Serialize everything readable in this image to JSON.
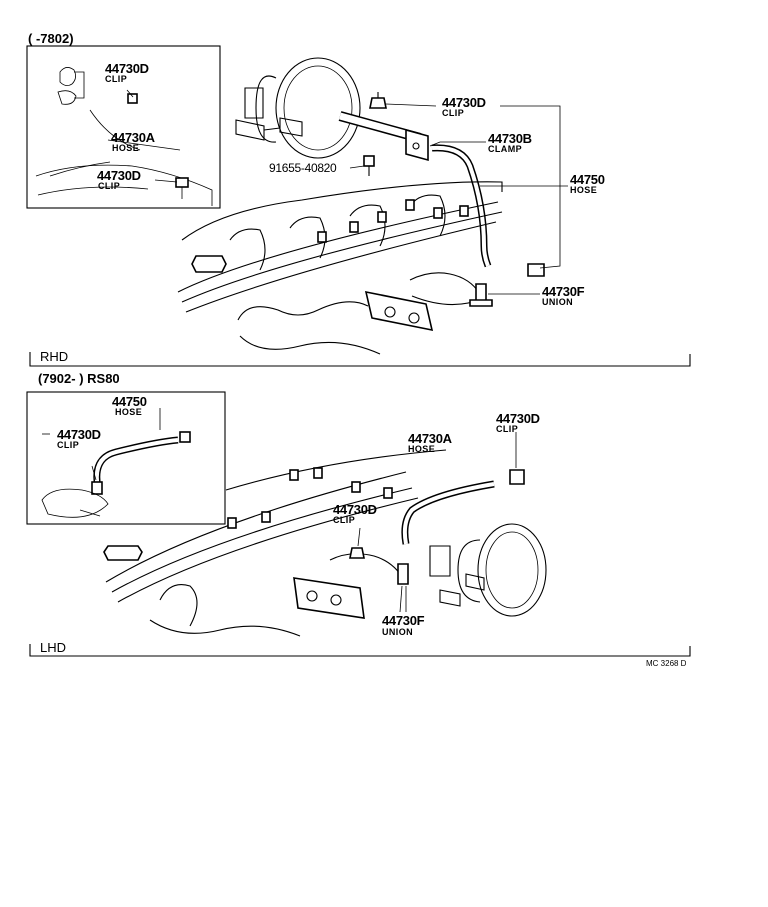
{
  "rhd_section": {
    "date_range": "(       -7802)",
    "label": "RHD",
    "inset": {
      "clip_top": {
        "part_number": "44730D",
        "name": "CLIP"
      },
      "hose": {
        "part_number": "44730A",
        "name": "HOSE"
      },
      "clip_bottom": {
        "part_number": "44730D",
        "name": "CLIP"
      }
    },
    "callouts": {
      "clip": {
        "part_number": "44730D",
        "name": "CLIP"
      },
      "clamp": {
        "part_number": "44730B",
        "name": "CLAMP"
      },
      "bolt": {
        "part_number": "91655-40820"
      },
      "hose": {
        "part_number": "44750",
        "name": "HOSE"
      },
      "union": {
        "part_number": "44730F",
        "name": "UNION"
      }
    }
  },
  "lhd_section": {
    "date_range": "(7902-        ) RS80",
    "label": "LHD",
    "inset": {
      "hose": {
        "part_number": "44750",
        "name": "HOSE"
      },
      "clip": {
        "part_number": "44730D",
        "name": "CLIP"
      }
    },
    "callouts": {
      "hose": {
        "part_number": "44730A",
        "name": "HOSE"
      },
      "clip_right": {
        "part_number": "44730D",
        "name": "CLIP"
      },
      "clip_center": {
        "part_number": "44730D",
        "name": "CLIP"
      },
      "union": {
        "part_number": "44730F",
        "name": "UNION"
      }
    }
  },
  "reference_code": "MC 3268 D"
}
